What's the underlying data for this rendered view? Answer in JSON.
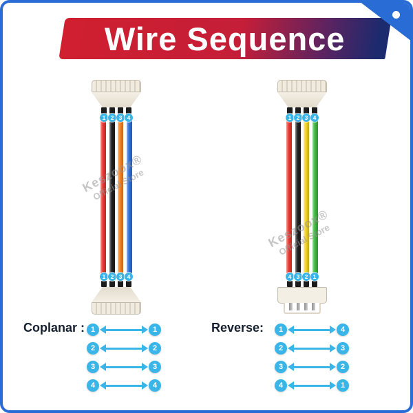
{
  "banner": {
    "title": "Wire Sequence"
  },
  "watermark": {
    "line1": "Keszoox®",
    "line2": "Official Store"
  },
  "cables": [
    {
      "name": "coplanar-cable",
      "top_numbers": [
        "1",
        "2",
        "3",
        "4"
      ],
      "bottom_numbers": [
        "1",
        "2",
        "3",
        "4"
      ],
      "wire_colors": [
        "#e8392e",
        "#1f1f1f",
        "#f58220",
        "#2e6fd8"
      ]
    },
    {
      "name": "reverse-cable",
      "top_numbers": [
        "1",
        "2",
        "3",
        "4"
      ],
      "bottom_numbers": [
        "4",
        "3",
        "2",
        "1"
      ],
      "wire_colors": [
        "#e8392e",
        "#1f1f1f",
        "#f2d327",
        "#3cb93c"
      ]
    }
  ],
  "mappings": [
    {
      "label": "Coplanar :",
      "pairs": [
        [
          "1",
          "1"
        ],
        [
          "2",
          "2"
        ],
        [
          "3",
          "3"
        ],
        [
          "4",
          "4"
        ]
      ]
    },
    {
      "label": "Reverse:",
      "pairs": [
        [
          "1",
          "4"
        ],
        [
          "2",
          "3"
        ],
        [
          "3",
          "2"
        ],
        [
          "4",
          "1"
        ]
      ]
    }
  ],
  "colors": {
    "border_blue": "#2a6cd5",
    "banner_red": "#d01f2f",
    "banner_navy": "#1c2a6e",
    "number_cyan": "#3ab5e8",
    "label_dark": "#16202e"
  }
}
